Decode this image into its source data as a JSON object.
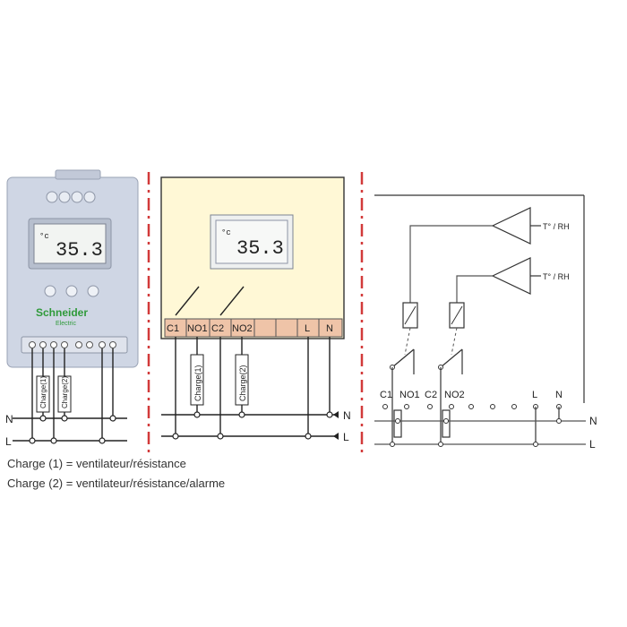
{
  "panel1": {
    "brand": "Schneider",
    "brand_sub": "Electric",
    "display": "35.3",
    "display_unit": "°c",
    "load1": "Charge(1)",
    "load2": "Charge(2)",
    "line_n": "N",
    "line_l": "L"
  },
  "panel2": {
    "display": "35.3",
    "display_unit": "°c",
    "terminals": [
      "C1",
      "NO1",
      "C2",
      "NO2",
      "",
      "",
      "L",
      "N"
    ],
    "load1": "Charge(1)",
    "load2": "Charge(2)",
    "line_n": "N",
    "line_l": "L"
  },
  "panel3": {
    "sensor1": "T° / RH",
    "sensor2": "T° / RH",
    "terminals": [
      "C1",
      "NO1",
      "C2",
      "NO2",
      "L",
      "N"
    ],
    "line_n": "N",
    "line_l": "L"
  },
  "captions": {
    "line1": "Charge (1) = ventilateur/résistance",
    "line2": "Charge (2) = ventilateur/résistance/alarme"
  },
  "colors": {
    "device_body": "#cfd6e4",
    "schematic_body": "#fff8d6",
    "terminal_strip": "#efc4a8",
    "separator": "#d23a3a",
    "brand_green": "#2f9a3a"
  }
}
